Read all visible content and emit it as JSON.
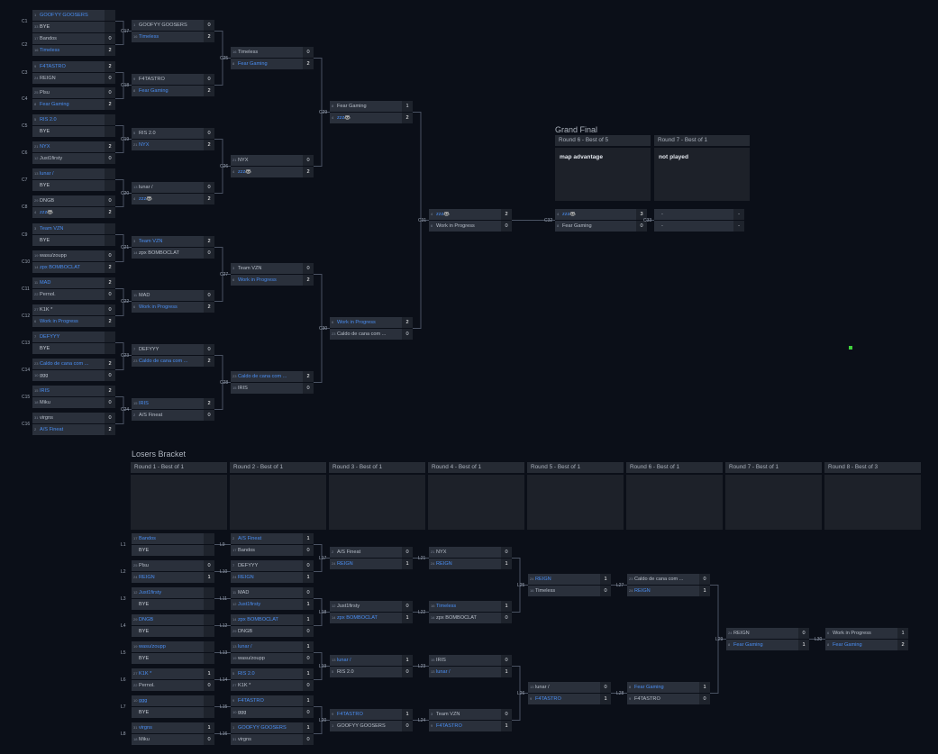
{
  "colors": {
    "background": "#0b0f18",
    "team_bg": "#2a303b",
    "score_bg": "#1e232c",
    "winner": "#4a8ef2",
    "connector": "#4a5262",
    "header_bg": "#252a33",
    "box_bg": "#1d2129",
    "indicator": "#40d23c"
  },
  "grand_final": {
    "title": "Grand Final",
    "rounds": [
      {
        "label": "Round 6 - Best of 5",
        "note": "map advantage"
      },
      {
        "label": "Round 7 - Best of 1",
        "note": "not played"
      }
    ]
  },
  "losers_bracket": {
    "title": "Losers Bracket",
    "rounds": [
      {
        "label": "Round 1 - Best of 1"
      },
      {
        "label": "Round 2 - Best of 1"
      },
      {
        "label": "Round 3 - Best of 1"
      },
      {
        "label": "Round 4 - Best of 1"
      },
      {
        "label": "Round 5 - Best of 1"
      },
      {
        "label": "Round 6 - Best of 1"
      },
      {
        "label": "Round 7 - Best of 1"
      },
      {
        "label": "Round 8 - Best of 3"
      }
    ]
  },
  "matches": [
    {
      "id": "C1",
      "teams": [
        {
          "seed": "1",
          "name": "GOOFYY GOOSERS",
          "score": "",
          "win": true
        },
        {
          "seed": "33",
          "name": "BYE",
          "score": "",
          "bye": true
        }
      ]
    },
    {
      "id": "C2",
      "teams": [
        {
          "seed": "17",
          "name": "Bandos",
          "score": "0"
        },
        {
          "seed": "16",
          "name": "Timeless",
          "score": "2",
          "win": true
        }
      ]
    },
    {
      "id": "C3",
      "teams": [
        {
          "seed": "9",
          "name": "F4TASTRO",
          "score": "2",
          "win": true
        },
        {
          "seed": "24",
          "name": "REIGN",
          "score": "0"
        }
      ]
    },
    {
      "id": "C4",
      "teams": [
        {
          "seed": "25",
          "name": "Plsu",
          "score": "0"
        },
        {
          "seed": "8",
          "name": "Fear Gaming",
          "score": "2",
          "win": true
        }
      ]
    },
    {
      "id": "C5",
      "teams": [
        {
          "seed": "5",
          "name": "RIS 2.0",
          "score": "",
          "win": true
        },
        {
          "seed": "",
          "name": "BYE",
          "score": "",
          "bye": true
        }
      ]
    },
    {
      "id": "C6",
      "teams": [
        {
          "seed": "21",
          "name": "NYX",
          "score": "2",
          "win": true
        },
        {
          "seed": "12",
          "name": "Just1firsty",
          "score": "0"
        }
      ]
    },
    {
      "id": "C7",
      "teams": [
        {
          "seed": "13",
          "name": "lunar /",
          "score": "",
          "win": true
        },
        {
          "seed": "",
          "name": "BYE",
          "score": "",
          "bye": true
        }
      ]
    },
    {
      "id": "C8",
      "teams": [
        {
          "seed": "29",
          "name": "DNGB",
          "score": "0"
        },
        {
          "seed": "4",
          "name": "zzz🦝",
          "score": "2",
          "win": true
        }
      ]
    },
    {
      "id": "C9",
      "teams": [
        {
          "seed": "3",
          "name": "Team VZN",
          "score": "",
          "win": true
        },
        {
          "seed": "",
          "name": "BYE",
          "score": "",
          "bye": true
        }
      ]
    },
    {
      "id": "C10",
      "teams": [
        {
          "seed": "19",
          "name": "wasu/zoupp",
          "score": "0"
        },
        {
          "seed": "14",
          "name": "zpx BOMBOCLAT",
          "score": "2",
          "win": true
        }
      ]
    },
    {
      "id": "C11",
      "teams": [
        {
          "seed": "11",
          "name": "MAD",
          "score": "2",
          "win": true
        },
        {
          "seed": "22",
          "name": "Pernol.",
          "score": "0"
        }
      ]
    },
    {
      "id": "C12",
      "teams": [
        {
          "seed": "27",
          "name": "K1K *",
          "score": "0"
        },
        {
          "seed": "6",
          "name": "Work in Progress",
          "score": "2",
          "win": true
        }
      ]
    },
    {
      "id": "C13",
      "teams": [
        {
          "seed": "7",
          "name": "DEFYYY",
          "score": "",
          "win": true
        },
        {
          "seed": "",
          "name": "BYE",
          "score": "",
          "bye": true
        }
      ]
    },
    {
      "id": "C14",
      "teams": [
        {
          "seed": "23",
          "name": "Caldo de cana com ...",
          "score": "2",
          "win": true
        },
        {
          "seed": "10",
          "name": "ggg",
          "score": "0"
        }
      ]
    },
    {
      "id": "C15",
      "teams": [
        {
          "seed": "15",
          "name": "IRIS",
          "score": "2",
          "win": true
        },
        {
          "seed": "18",
          "name": "Miku",
          "score": "0"
        }
      ]
    },
    {
      "id": "C16",
      "teams": [
        {
          "seed": "31",
          "name": "virgns",
          "score": "0"
        },
        {
          "seed": "2",
          "name": "A/S Fineat",
          "score": "2",
          "win": true
        }
      ]
    },
    {
      "id": "C17",
      "teams": [
        {
          "seed": "1",
          "name": "GOOFYY GOOSERS",
          "score": "0"
        },
        {
          "seed": "16",
          "name": "Timeless",
          "score": "2",
          "win": true
        }
      ]
    },
    {
      "id": "C18",
      "teams": [
        {
          "seed": "9",
          "name": "F4TASTRO",
          "score": "0"
        },
        {
          "seed": "8",
          "name": "Fear Gaming",
          "score": "2",
          "win": true
        }
      ]
    },
    {
      "id": "C19",
      "teams": [
        {
          "seed": "5",
          "name": "RIS 2.0",
          "score": "0"
        },
        {
          "seed": "21",
          "name": "NYX",
          "score": "2",
          "win": true
        }
      ]
    },
    {
      "id": "C20",
      "teams": [
        {
          "seed": "13",
          "name": "lunar /",
          "score": "0"
        },
        {
          "seed": "4",
          "name": "zzz🦝",
          "score": "2",
          "win": true
        }
      ]
    },
    {
      "id": "C21",
      "teams": [
        {
          "seed": "3",
          "name": "Team VZN",
          "score": "2",
          "win": true
        },
        {
          "seed": "14",
          "name": "zpx BOMBOCLAT",
          "score": "0"
        }
      ]
    },
    {
      "id": "C22",
      "teams": [
        {
          "seed": "11",
          "name": "MAD",
          "score": "0"
        },
        {
          "seed": "6",
          "name": "Work in Progress",
          "score": "2",
          "win": true
        }
      ]
    },
    {
      "id": "C23",
      "teams": [
        {
          "seed": "7",
          "name": "DEFYYY",
          "score": "0"
        },
        {
          "seed": "23",
          "name": "Caldo de cana com ...",
          "score": "2",
          "win": true
        }
      ]
    },
    {
      "id": "C24",
      "teams": [
        {
          "seed": "15",
          "name": "IRIS",
          "score": "2",
          "win": true
        },
        {
          "seed": "2",
          "name": "A/S Fineat",
          "score": "0"
        }
      ]
    },
    {
      "id": "C25",
      "teams": [
        {
          "seed": "16",
          "name": "Timeless",
          "score": "0"
        },
        {
          "seed": "8",
          "name": "Fear Gaming",
          "score": "2",
          "win": true
        }
      ]
    },
    {
      "id": "C26",
      "teams": [
        {
          "seed": "21",
          "name": "NYX",
          "score": "0"
        },
        {
          "seed": "4",
          "name": "zzz🦝",
          "score": "2",
          "win": true
        }
      ]
    },
    {
      "id": "C27",
      "teams": [
        {
          "seed": "3",
          "name": "Team VZN",
          "score": "0"
        },
        {
          "seed": "6",
          "name": "Work in Progress",
          "score": "2",
          "win": true
        }
      ]
    },
    {
      "id": "C28",
      "teams": [
        {
          "seed": "23",
          "name": "Caldo de cana com ...",
          "score": "2",
          "win": true
        },
        {
          "seed": "15",
          "name": "IRIS",
          "score": "0"
        }
      ]
    },
    {
      "id": "C29",
      "teams": [
        {
          "seed": "8",
          "name": "Fear Gaming",
          "score": "1"
        },
        {
          "seed": "4",
          "name": "zzz🦝",
          "score": "2",
          "win": true
        }
      ]
    },
    {
      "id": "C30",
      "teams": [
        {
          "seed": "6",
          "name": "Work in Progress",
          "score": "2",
          "win": true
        },
        {
          "seed": "23",
          "name": "Caldo de cana com ...",
          "score": "0"
        }
      ]
    },
    {
      "id": "C31",
      "teams": [
        {
          "seed": "4",
          "name": "zzz🦝",
          "score": "2",
          "win": true
        },
        {
          "seed": "6",
          "name": "Work in Progress",
          "score": "0"
        }
      ]
    },
    {
      "id": "C32",
      "teams": [
        {
          "seed": "4",
          "name": "zzz🦝",
          "score": "3",
          "win": true
        },
        {
          "seed": "8",
          "name": "Fear Gaming",
          "score": "0"
        }
      ]
    },
    {
      "id": "C33",
      "teams": [
        {
          "seed": "",
          "name": "-",
          "score": "-"
        },
        {
          "seed": "",
          "name": "-",
          "score": "-"
        }
      ]
    },
    {
      "id": "L1",
      "teams": [
        {
          "seed": "17",
          "name": "Bandos",
          "score": "",
          "win": true
        },
        {
          "seed": "",
          "name": "BYE",
          "score": "",
          "bye": true
        }
      ]
    },
    {
      "id": "L2",
      "teams": [
        {
          "seed": "25",
          "name": "Plsu",
          "score": "0"
        },
        {
          "seed": "24",
          "name": "REIGN",
          "score": "1",
          "win": true
        }
      ]
    },
    {
      "id": "L3",
      "teams": [
        {
          "seed": "12",
          "name": "Just1firsty",
          "score": "",
          "win": true
        },
        {
          "seed": "",
          "name": "BYE",
          "score": "",
          "bye": true
        }
      ]
    },
    {
      "id": "L4",
      "teams": [
        {
          "seed": "29",
          "name": "DNGB",
          "score": "",
          "win": true
        },
        {
          "seed": "",
          "name": "BYE",
          "score": "",
          "bye": true
        }
      ]
    },
    {
      "id": "L5",
      "teams": [
        {
          "seed": "19",
          "name": "wasu/zoupp",
          "score": "",
          "win": true
        },
        {
          "seed": "",
          "name": "BYE",
          "score": "",
          "bye": true
        }
      ]
    },
    {
      "id": "L6",
      "teams": [
        {
          "seed": "27",
          "name": "K1K *",
          "score": "1",
          "win": true
        },
        {
          "seed": "22",
          "name": "Pernol.",
          "score": "0"
        }
      ]
    },
    {
      "id": "L7",
      "teams": [
        {
          "seed": "10",
          "name": "ggg",
          "score": "",
          "win": true
        },
        {
          "seed": "",
          "name": "BYE",
          "score": "",
          "bye": true
        }
      ]
    },
    {
      "id": "L8",
      "teams": [
        {
          "seed": "31",
          "name": "virgns",
          "score": "1",
          "win": true
        },
        {
          "seed": "18",
          "name": "Miku",
          "score": "0"
        }
      ]
    },
    {
      "id": "L9",
      "teams": [
        {
          "seed": "2",
          "name": "A/S Fineat",
          "score": "1",
          "win": true
        },
        {
          "seed": "17",
          "name": "Bandos",
          "score": "0"
        }
      ]
    },
    {
      "id": "L10",
      "teams": [
        {
          "seed": "7",
          "name": "DEFYYY",
          "score": "0"
        },
        {
          "seed": "24",
          "name": "REIGN",
          "score": "1",
          "win": true
        }
      ]
    },
    {
      "id": "L11",
      "teams": [
        {
          "seed": "11",
          "name": "MAD",
          "score": "0"
        },
        {
          "seed": "12",
          "name": "Just1firsty",
          "score": "1",
          "win": true
        }
      ]
    },
    {
      "id": "L12",
      "teams": [
        {
          "seed": "14",
          "name": "zpx BOMBOCLAT",
          "score": "1",
          "win": true
        },
        {
          "seed": "29",
          "name": "DNGB",
          "score": "0"
        }
      ]
    },
    {
      "id": "L13",
      "teams": [
        {
          "seed": "13",
          "name": "lunar /",
          "score": "1",
          "win": true
        },
        {
          "seed": "19",
          "name": "wasu/zoupp",
          "score": "0"
        }
      ]
    },
    {
      "id": "L14",
      "teams": [
        {
          "seed": "5",
          "name": "RIS 2.0",
          "score": "1",
          "win": true
        },
        {
          "seed": "27",
          "name": "K1K *",
          "score": "0"
        }
      ]
    },
    {
      "id": "L15",
      "teams": [
        {
          "seed": "9",
          "name": "F4TASTRO",
          "score": "1",
          "win": true
        },
        {
          "seed": "10",
          "name": "ggg",
          "score": "0"
        }
      ]
    },
    {
      "id": "L16",
      "teams": [
        {
          "seed": "1",
          "name": "GOOFYY GOOSERS",
          "score": "1",
          "win": true
        },
        {
          "seed": "31",
          "name": "virgns",
          "score": "0"
        }
      ]
    },
    {
      "id": "L17",
      "teams": [
        {
          "seed": "2",
          "name": "A/S Fineat",
          "score": "0"
        },
        {
          "seed": "24",
          "name": "REIGN",
          "score": "1",
          "win": true
        }
      ]
    },
    {
      "id": "L18",
      "teams": [
        {
          "seed": "12",
          "name": "Just1firsty",
          "score": "0"
        },
        {
          "seed": "14",
          "name": "zpx BOMBOCLAT",
          "score": "1",
          "win": true
        }
      ]
    },
    {
      "id": "L19",
      "teams": [
        {
          "seed": "13",
          "name": "lunar /",
          "score": "1",
          "win": true
        },
        {
          "seed": "5",
          "name": "RIS 2.0",
          "score": "0"
        }
      ]
    },
    {
      "id": "L20",
      "teams": [
        {
          "seed": "9",
          "name": "F4TASTRO",
          "score": "1",
          "win": true
        },
        {
          "seed": "1",
          "name": "GOOFYY GOOSERS",
          "score": "0"
        }
      ]
    },
    {
      "id": "L21",
      "teams": [
        {
          "seed": "21",
          "name": "NYX",
          "score": "0"
        },
        {
          "seed": "24",
          "name": "REIGN",
          "score": "1",
          "win": true
        }
      ]
    },
    {
      "id": "L22",
      "teams": [
        {
          "seed": "16",
          "name": "Timeless",
          "score": "1",
          "win": true
        },
        {
          "seed": "14",
          "name": "zpx BOMBOCLAT",
          "score": "0"
        }
      ]
    },
    {
      "id": "L23",
      "teams": [
        {
          "seed": "15",
          "name": "IRIS",
          "score": "0"
        },
        {
          "seed": "13",
          "name": "lunar /",
          "score": "1",
          "win": true
        }
      ]
    },
    {
      "id": "L24",
      "teams": [
        {
          "seed": "3",
          "name": "Team VZN",
          "score": "0"
        },
        {
          "seed": "9",
          "name": "F4TASTRO",
          "score": "1",
          "win": true
        }
      ]
    },
    {
      "id": "L25",
      "teams": [
        {
          "seed": "24",
          "name": "REIGN",
          "score": "1",
          "win": true
        },
        {
          "seed": "16",
          "name": "Timeless",
          "score": "0"
        }
      ]
    },
    {
      "id": "L26",
      "teams": [
        {
          "seed": "13",
          "name": "lunar /",
          "score": "0"
        },
        {
          "seed": "9",
          "name": "F4TASTRO",
          "score": "1",
          "win": true
        }
      ]
    },
    {
      "id": "L27",
      "teams": [
        {
          "seed": "23",
          "name": "Caldo de cana com ...",
          "score": "0"
        },
        {
          "seed": "24",
          "name": "REIGN",
          "score": "1",
          "win": true
        }
      ]
    },
    {
      "id": "L28",
      "teams": [
        {
          "seed": "8",
          "name": "Fear Gaming",
          "score": "1",
          "win": true
        },
        {
          "seed": "9",
          "name": "F4TASTRO",
          "score": "0"
        }
      ]
    },
    {
      "id": "L29",
      "teams": [
        {
          "seed": "24",
          "name": "REIGN",
          "score": "0"
        },
        {
          "seed": "8",
          "name": "Fear Gaming",
          "score": "1",
          "win": true
        }
      ]
    },
    {
      "id": "L30",
      "teams": [
        {
          "seed": "6",
          "name": "Work in Progress",
          "score": "1"
        },
        {
          "seed": "8",
          "name": "Fear Gaming",
          "score": "2",
          "win": true
        }
      ]
    }
  ]
}
